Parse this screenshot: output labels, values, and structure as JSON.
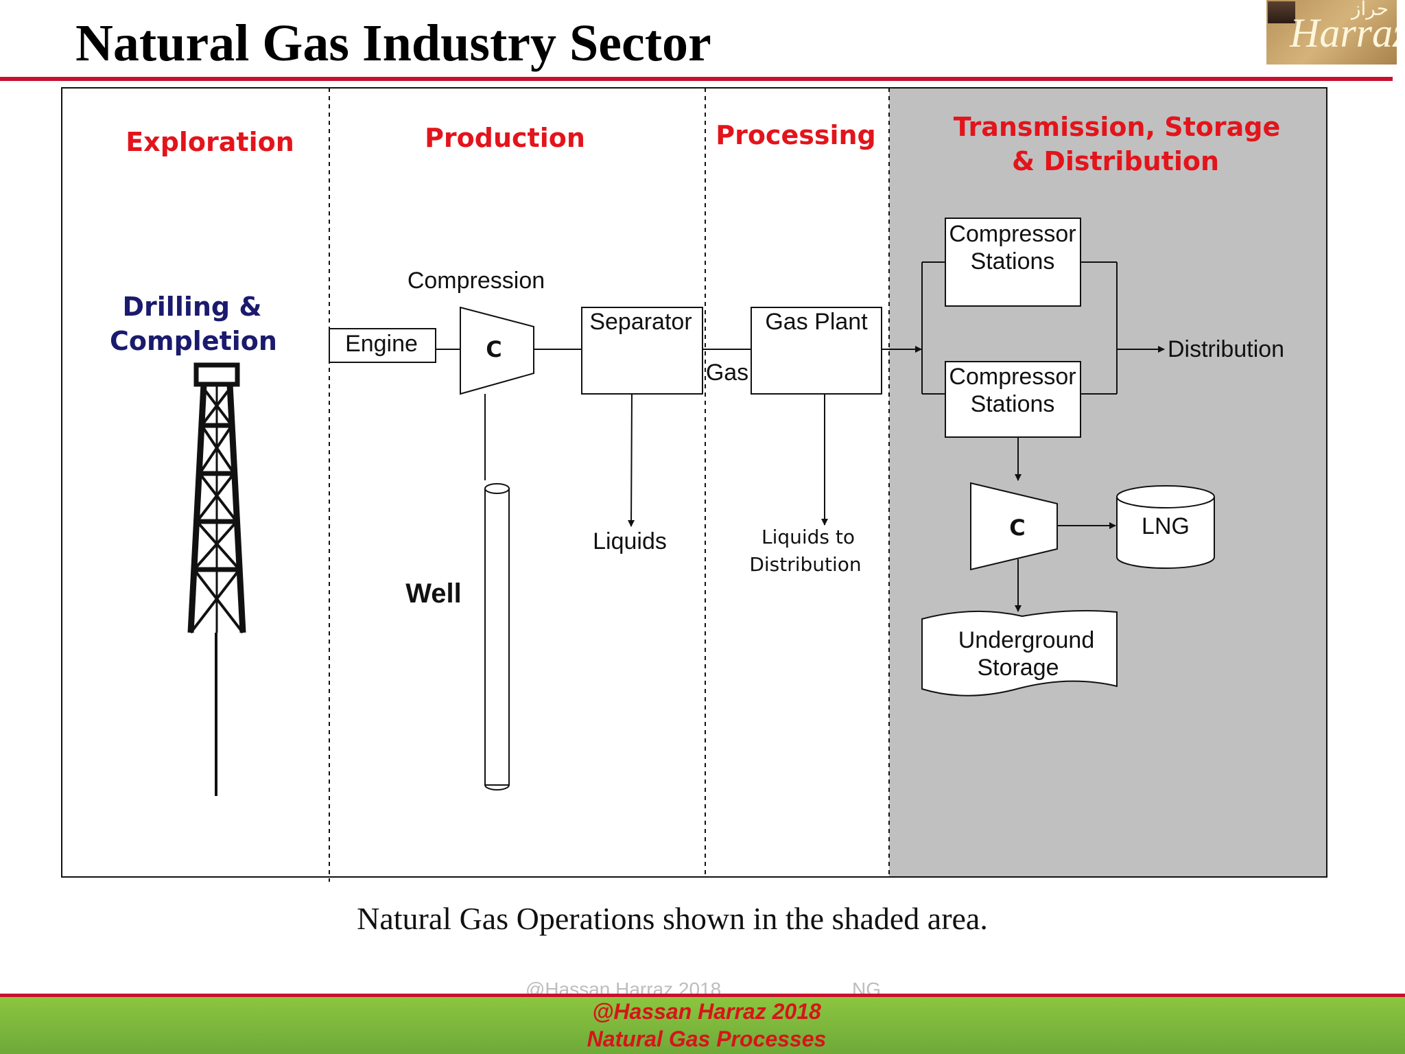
{
  "slide": {
    "title": "Natural Gas Industry Sector",
    "caption": "Natural Gas Operations shown in the shaded area."
  },
  "logo": {
    "text": "Harraz",
    "arabic_text": "حراز"
  },
  "stages": {
    "exploration": "Exploration",
    "production": "Production",
    "processing": "Processing",
    "transmission_line1": "Transmission, Storage",
    "transmission_line2": "& Distribution"
  },
  "labels": {
    "drilling_line1": "Drilling &",
    "drilling_line2": "Completion",
    "compression": "Compression",
    "engine": "Engine",
    "compressor_symbol": "C",
    "separator": "Separator",
    "gas": "Gas",
    "gas_plant": "Gas Plant",
    "liquids": "Liquids",
    "liquids_to_line1": "Liquids to",
    "liquids_to_line2": "Distribution",
    "well": "Well",
    "compressor_station_line1": "Compressor",
    "compressor_station_line2": "Stations",
    "distribution": "Distribution",
    "lng": "LNG",
    "underground_line1": "Underground",
    "underground_line2": "Storage"
  },
  "footer": {
    "ghost_left": "@Hassan Harraz 2018",
    "ghost_right": "NG",
    "line1": "@Hassan Harraz 2018",
    "line2": "Natural Gas Processes"
  },
  "colors": {
    "stage_heading": "#e3141b",
    "drilling_heading": "#1a1a6e",
    "shaded_area": "#c0c0c0",
    "footer_green": "#7ab83c",
    "rule_red": "#c8102e"
  }
}
